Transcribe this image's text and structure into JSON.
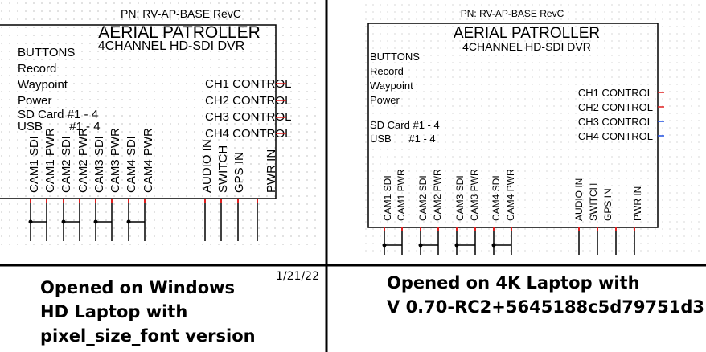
{
  "left_panel": {
    "part_number": "PN: RV-AP-BASE  RevC",
    "title": "AERIAL PATROLLER",
    "subtitle": "4CHANNEL HD-SDI DVR",
    "left_labels": [
      "BUTTONS",
      "Record",
      "Waypoint",
      "Power",
      "SD Card #1 - 4",
      "USB        #1 - 4"
    ],
    "right_labels": [
      "CH1 CONTROL",
      "CH2 CONTROL",
      "CH3 CONTROL",
      "CH4 CONTROL"
    ],
    "bottom_pins": [
      "CAM1 SDI",
      "CAM1 PWR",
      "CAM2 SDI",
      "CAM2 PWR",
      "CAM3 SDI",
      "CAM3 PWR",
      "CAM4 SDI",
      "CAM4 PWR",
      "AUDIO IN",
      "SWITCH",
      "GPS IN",
      "PWR IN"
    ]
  },
  "right_panel": {
    "part_number": "PN: RV-AP-BASE  RevC",
    "title": "AERIAL PATROLLER",
    "subtitle": "4CHANNEL HD-SDI DVR",
    "left_labels": [
      "BUTTONS",
      "Record",
      "Waypoint",
      "Power",
      "SD Card #1 - 4",
      "USB      #1 - 4"
    ],
    "right_labels": [
      "CH1 CONTROL",
      "CH2 CONTROL",
      "CH3 CONTROL",
      "CH4 CONTROL"
    ],
    "bottom_pins": [
      "CAM1 SDI",
      "CAM1 PWR",
      "CAM2 SDI",
      "CAM2 PWR",
      "CAM3 SDI",
      "CAM3 PWR",
      "CAM4 SDI",
      "CAM4 PWR",
      "AUDIO IN",
      "SWITCH",
      "GPS IN",
      "PWR IN"
    ]
  },
  "date": "1/21/22",
  "captions": {
    "left": [
      "Opened on Windows",
      "HD Laptop with",
      "pixel_size_font version"
    ],
    "right": [
      "Opened on 4K Laptop with",
      "V 0.70-RC2+5645188c5d79751d3"
    ]
  },
  "colors": {
    "pin_red": "#e02020",
    "pin_blue": "#2050e0",
    "grid_dot": "#9a9a9a",
    "line": "#000000"
  }
}
